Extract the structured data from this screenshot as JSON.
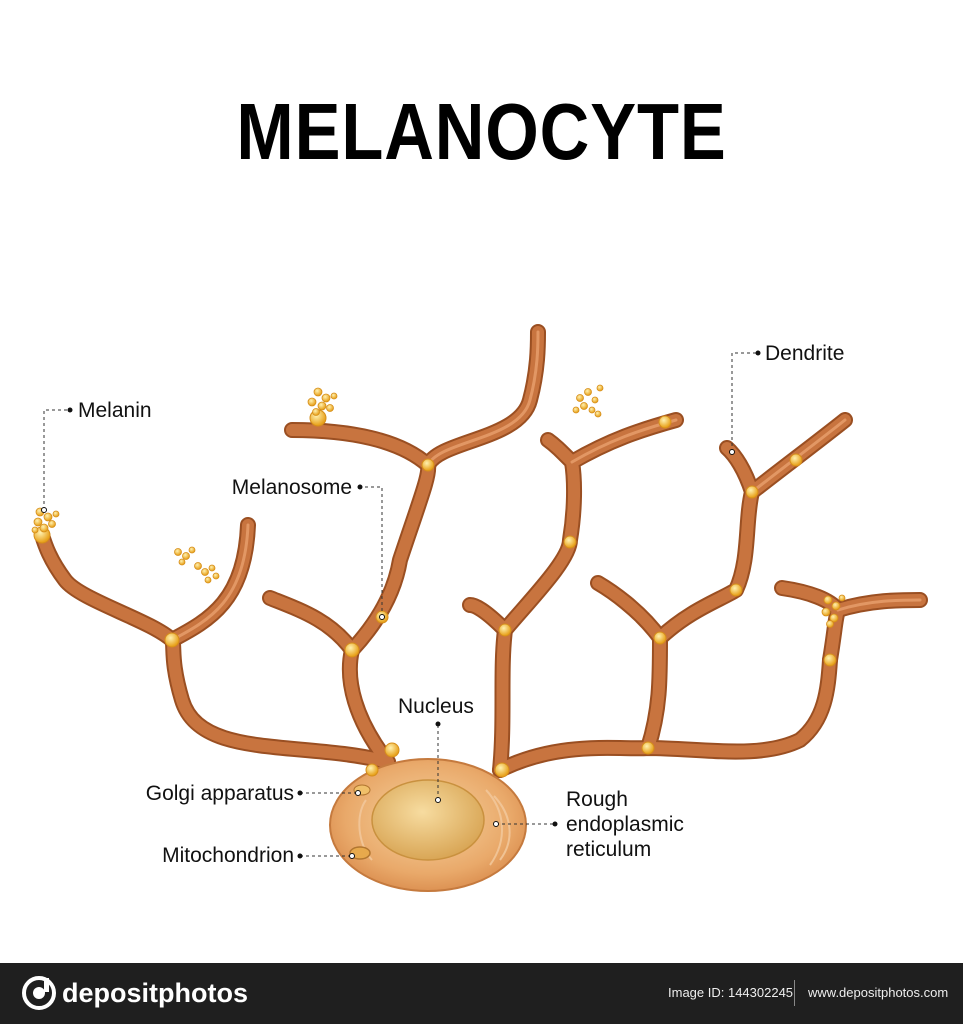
{
  "title": "MELANOCYTE",
  "labels": {
    "melanin": "Melanin",
    "melanosome": "Melanosome",
    "dendrite": "Dendrite",
    "nucleus": "Nucleus",
    "golgi": "Golgi apparatus",
    "mitochondrion": "Mitochondrion",
    "rer_line1": "Rough",
    "rer_line2": "endoplasmic",
    "rer_line3": "reticulum"
  },
  "footer": {
    "brand": "depositphotos",
    "image_id": "Image ID: 144302245",
    "site": "www.depositphotos.com"
  },
  "colors": {
    "dendrite_fill": "#c8743f",
    "dendrite_highlight": "#e9a06e",
    "body_fill": "#e8a867",
    "nucleus_fill": "#eec27a",
    "granule": "#f2b52a",
    "footer_bg": "#1f1f1f"
  }
}
